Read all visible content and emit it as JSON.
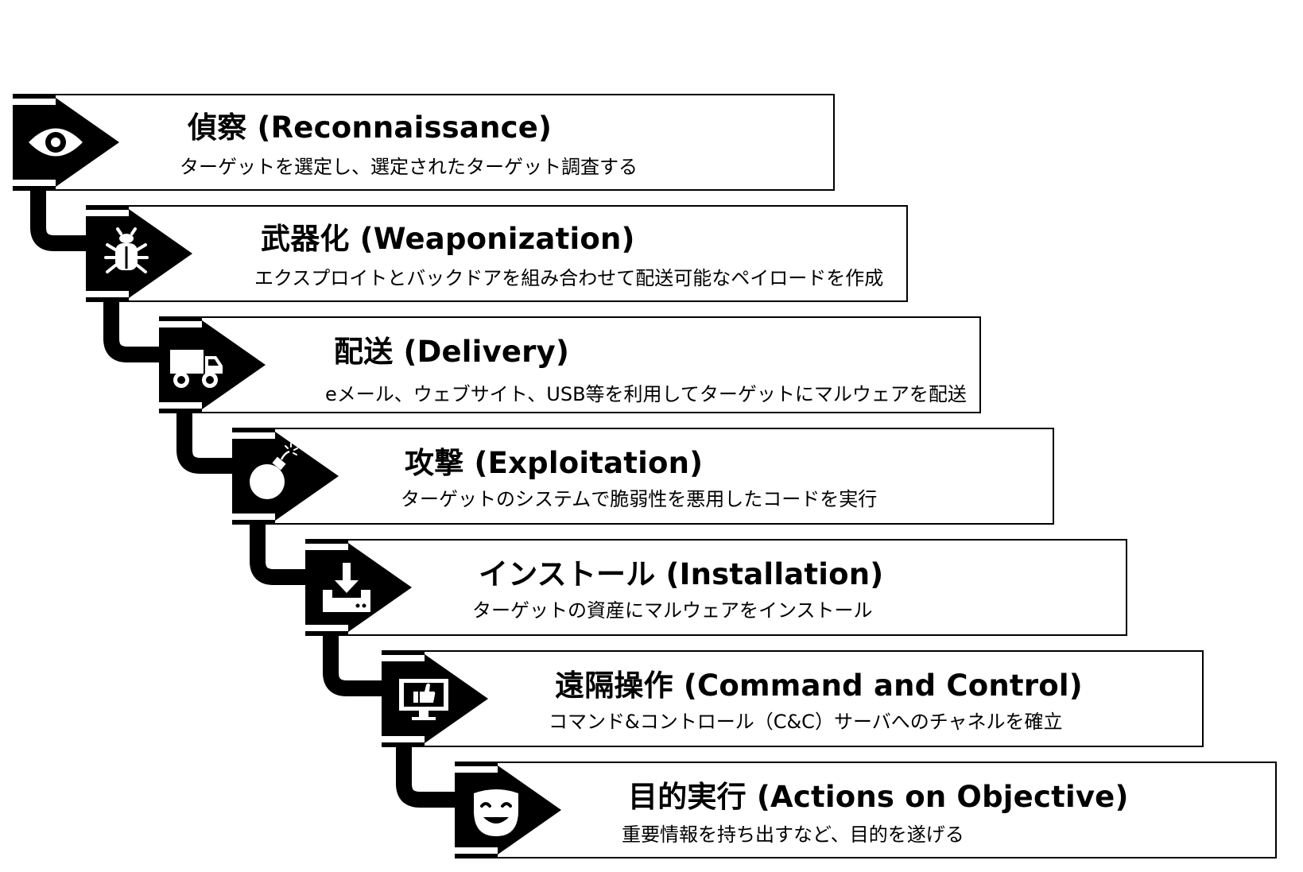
{
  "colors": {
    "ink": "#000000",
    "background": "#ffffff"
  },
  "stages": [
    {
      "icon": "eye-icon",
      "title": "偵察 (Reconnaissance)",
      "description": "ターゲットを選定し、選定されたターゲット調査する"
    },
    {
      "icon": "bug-icon",
      "title": "武器化 (Weaponization)",
      "description": "エクスプロイトとバックドアを組み合わせて配送可能なペイロードを作成"
    },
    {
      "icon": "truck-icon",
      "title": "配送 (Delivery)",
      "description": "eメール、ウェブサイト、USB等を利用してターゲットにマルウェアを配送"
    },
    {
      "icon": "bomb-icon",
      "title": "攻撃 (Exploitation)",
      "description": "ターゲットのシステムで脆弱性を悪用したコードを実行"
    },
    {
      "icon": "download-icon",
      "title": "インストール (Installation)",
      "description": "ターゲットの資産にマルウェアをインストール"
    },
    {
      "icon": "monitor-thumbs-up-icon",
      "title": "遠隔操作 (Command and Control)",
      "description": "コマンド&コントロール（C&C）サーバへのチャネルを確立"
    },
    {
      "icon": "theater-mask-icon",
      "title": "目的実行 (Actions on Objective)",
      "description": "重要情報を持ち出すなど、目的を遂げる"
    }
  ]
}
